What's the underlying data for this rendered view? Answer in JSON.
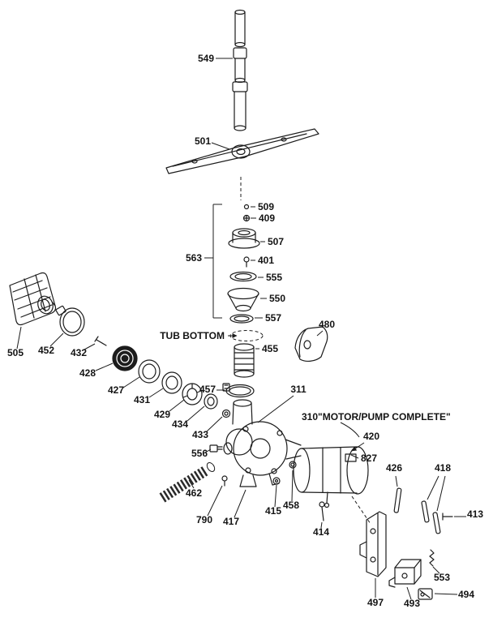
{
  "diagram": {
    "background": "#ffffff",
    "ink": "#1c1c1c"
  },
  "labels": {
    "549": {
      "text": "549"
    },
    "501": {
      "text": "501"
    },
    "509": {
      "text": "509"
    },
    "409": {
      "text": "409"
    },
    "507": {
      "text": "507"
    },
    "401": {
      "text": "401"
    },
    "555": {
      "text": "555"
    },
    "563": {
      "text": "563"
    },
    "550": {
      "text": "550"
    },
    "557": {
      "text": "557"
    },
    "tub_bottom": {
      "text": "TUB BOTTOM"
    },
    "455": {
      "text": "455"
    },
    "480": {
      "text": "480"
    },
    "505": {
      "text": "505"
    },
    "452": {
      "text": "452"
    },
    "432": {
      "text": "432"
    },
    "428": {
      "text": "428"
    },
    "427": {
      "text": "427"
    },
    "431": {
      "text": "431"
    },
    "429": {
      "text": "429"
    },
    "434": {
      "text": "434"
    },
    "457": {
      "text": "457"
    },
    "433": {
      "text": "433"
    },
    "311": {
      "text": "311"
    },
    "310": {
      "text": "310\"MOTOR/PUMP COMPLETE\""
    },
    "556": {
      "text": "556"
    },
    "420": {
      "text": "420"
    },
    "827": {
      "text": "827"
    },
    "426": {
      "text": "426"
    },
    "418": {
      "text": "418"
    },
    "413": {
      "text": "413"
    },
    "462": {
      "text": "462"
    },
    "790": {
      "text": "790"
    },
    "417": {
      "text": "417"
    },
    "415": {
      "text": "415"
    },
    "458": {
      "text": "458"
    },
    "414": {
      "text": "414"
    },
    "497": {
      "text": "497"
    },
    "493": {
      "text": "493"
    },
    "553": {
      "text": "553"
    },
    "494": {
      "text": "494"
    }
  }
}
